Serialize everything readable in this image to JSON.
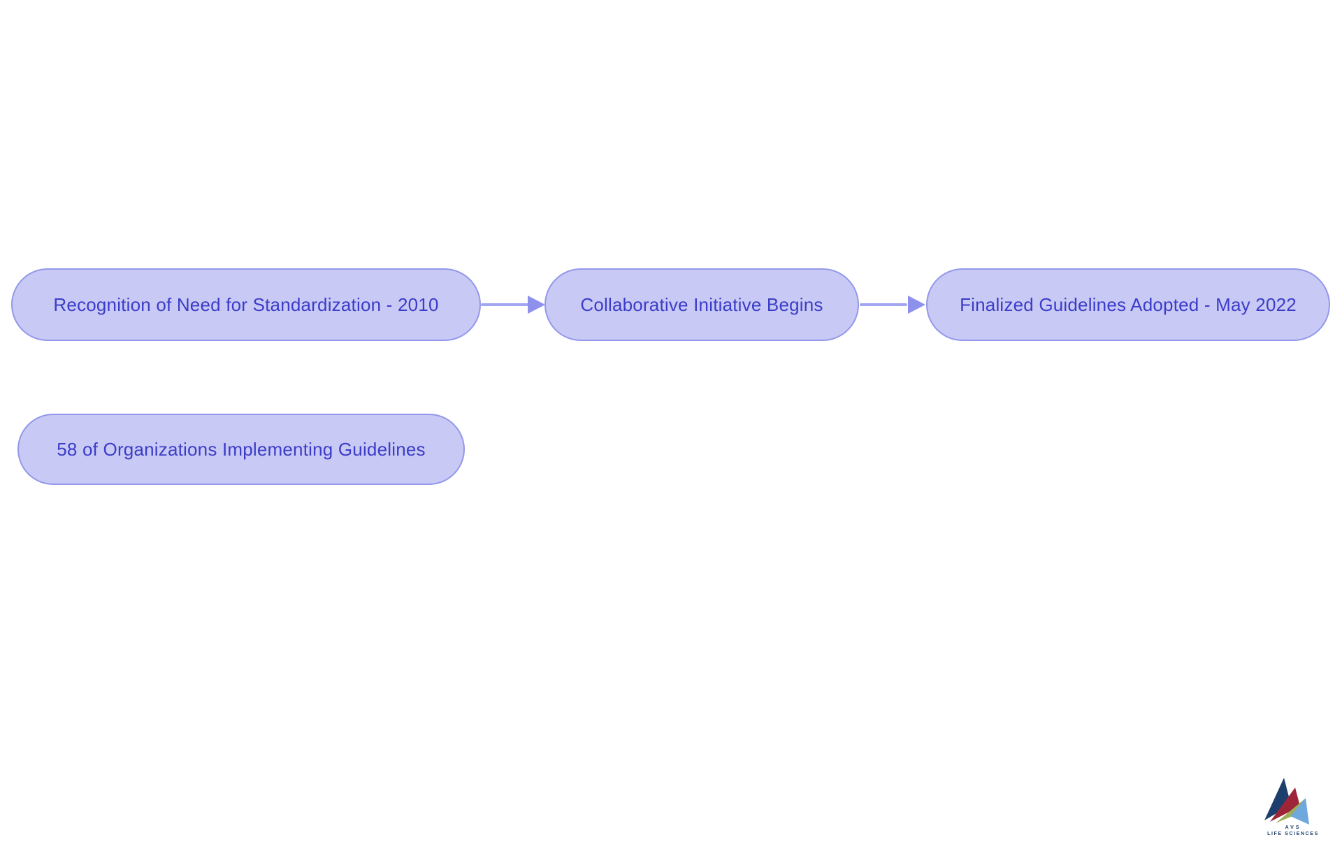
{
  "page": {
    "background_color": "#ffffff"
  },
  "flowchart": {
    "type": "process-timeline",
    "node_fill_color": "#c8c9f4",
    "node_border_color": "#9398ea",
    "node_text_color": "#3b3dc8",
    "arrow_color": "#9a9eee",
    "nodes": [
      {
        "id": "n1",
        "label": "Recognition of Need for Standardization - 2010"
      },
      {
        "id": "n2",
        "label": "Collaborative Initiative Begins"
      },
      {
        "id": "n3",
        "label": "Finalized Guidelines Adopted - May 2022"
      },
      {
        "id": "n4",
        "label": "58 of Organizations Implementing Guidelines"
      }
    ],
    "edges": [
      {
        "from": "n1",
        "to": "n2"
      },
      {
        "from": "n2",
        "to": "n3"
      }
    ]
  },
  "logo": {
    "line1": "AVS",
    "line2": "LIFE SCIENCES",
    "colors": {
      "navy": "#1e3f6d",
      "crimson": "#9e2438",
      "olive": "#9cb053",
      "light_blue": "#6fa8dc"
    }
  }
}
